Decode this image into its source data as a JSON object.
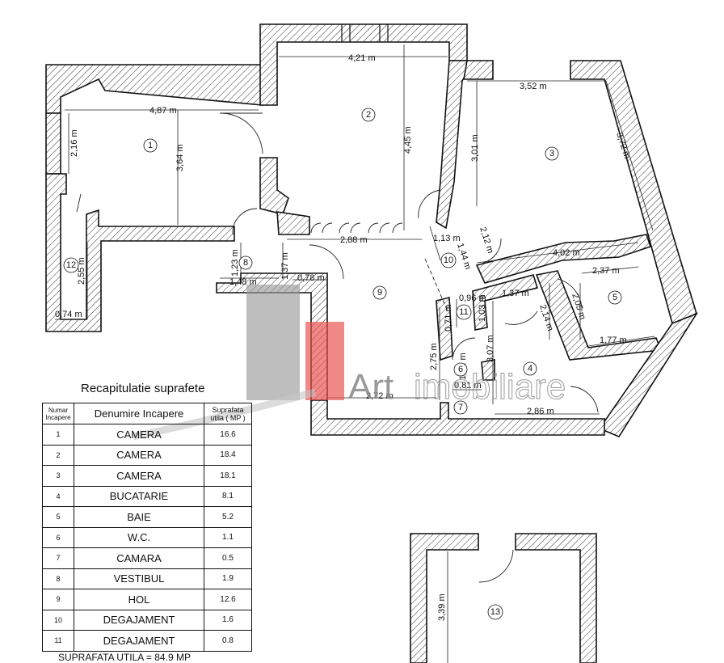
{
  "watermark": {
    "brand": "Art",
    "sub": "imobiliare"
  },
  "dimensions": {
    "d1": "4,87 m",
    "d2": "3,64 m",
    "d3": "2,16 m",
    "d4": "4,21 m",
    "d5": "4,45 m",
    "d6": "3,52 m",
    "d7": "3,01 m",
    "d8": "3,72 m",
    "d9": "2,88 m",
    "d10": "1,13 m",
    "d11": "2,12 m",
    "d12": "1,44 m",
    "d13": "4,02 m",
    "d14": "2,37 m",
    "d15": "2,05 m",
    "d16": "2,14 m",
    "d17": "1,37 m",
    "d18": "1,77 m",
    "d19": "1,23 m",
    "d20": "1,37 m",
    "d21": "1,48 m",
    "d22": "0,78 m",
    "d23": "2,55 m",
    "d24": "0,74 m",
    "d25": "0,96 m",
    "d26": "0,71 m",
    "d27": "1,03 m",
    "d28": "3,07 m",
    "d29": "2,75 m",
    "d30": "1,32 m",
    "d31": "0,81 m",
    "d32": "2,72 m",
    "d33": "2,86 m",
    "d34": "3,39 m"
  },
  "rooms": [
    "1",
    "2",
    "3",
    "4",
    "5",
    "6",
    "7",
    "8",
    "9",
    "10",
    "11",
    "12",
    "13"
  ],
  "summary": {
    "title": "Recapitulatie suprafete",
    "headers": {
      "num": "Numar Incapere",
      "name": "Denumire Incapere",
      "area": "Suprafata utila ( MP )"
    },
    "rows": [
      {
        "num": "1",
        "name": "CAMERA",
        "area": "16.6"
      },
      {
        "num": "2",
        "name": "CAMERA",
        "area": "18.4"
      },
      {
        "num": "3",
        "name": "CAMERA",
        "area": "18.1"
      },
      {
        "num": "4",
        "name": "BUCATARIE",
        "area": "8.1"
      },
      {
        "num": "5",
        "name": "BAIE",
        "area": "5.2"
      },
      {
        "num": "6",
        "name": "W.C.",
        "area": "1.1"
      },
      {
        "num": "7",
        "name": "CAMARA",
        "area": "0.5"
      },
      {
        "num": "8",
        "name": "VESTIBUL",
        "area": "1.9"
      },
      {
        "num": "9",
        "name": "HOL",
        "area": "12.6"
      },
      {
        "num": "10",
        "name": "DEGAJAMENT",
        "area": "1.6"
      },
      {
        "num": "11",
        "name": "DEGAJAMENT",
        "area": "0.8"
      }
    ],
    "total": "SUPRAFATA UTILA = 84.9 MP"
  }
}
